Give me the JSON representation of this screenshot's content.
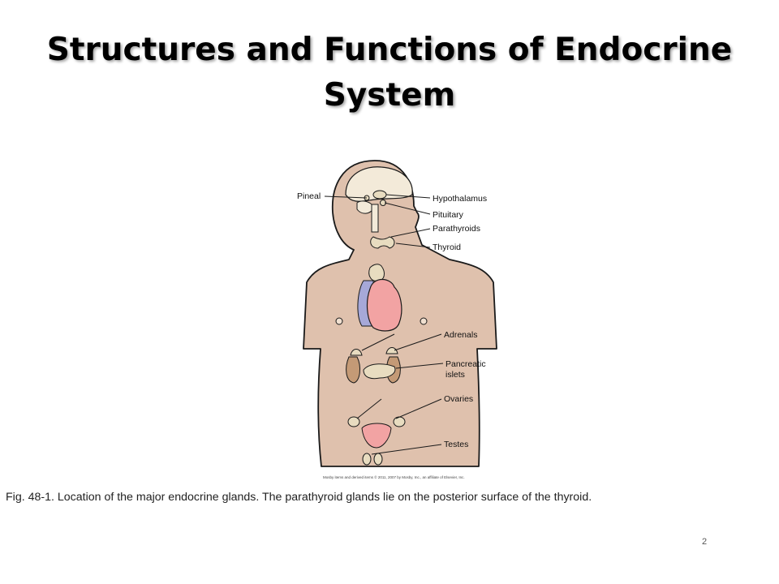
{
  "slide": {
    "title": "Structures and Functions of Endocrine System",
    "caption": "Fig. 48-1. Location of the major endocrine glands. The parathyroid glands lie on the posterior surface of the thyroid.",
    "page_number": "2"
  },
  "figure": {
    "labels": {
      "pineal": "Pineal",
      "hypothalamus": "Hypothalamus",
      "pituitary": "Pituitary",
      "parathyroids": "Parathyroids",
      "thyroid": "Thyroid",
      "adrenals": "Adrenals",
      "pancreatic_line1": "Pancreatic",
      "pancreatic_line2": "islets",
      "ovaries": "Ovaries",
      "testes": "Testes"
    },
    "credit": "Mosby items and derived items © 2011, 2007 by Mosby, Inc., an affiliate of Elsevier, Inc.",
    "colors": {
      "skin": "#dfc1ad",
      "brain": "#f3ead9",
      "heart": "#f2a3a3",
      "lung": "#a6a8d8",
      "gland": "#e8dcc0",
      "kidney": "#c49a76"
    }
  }
}
